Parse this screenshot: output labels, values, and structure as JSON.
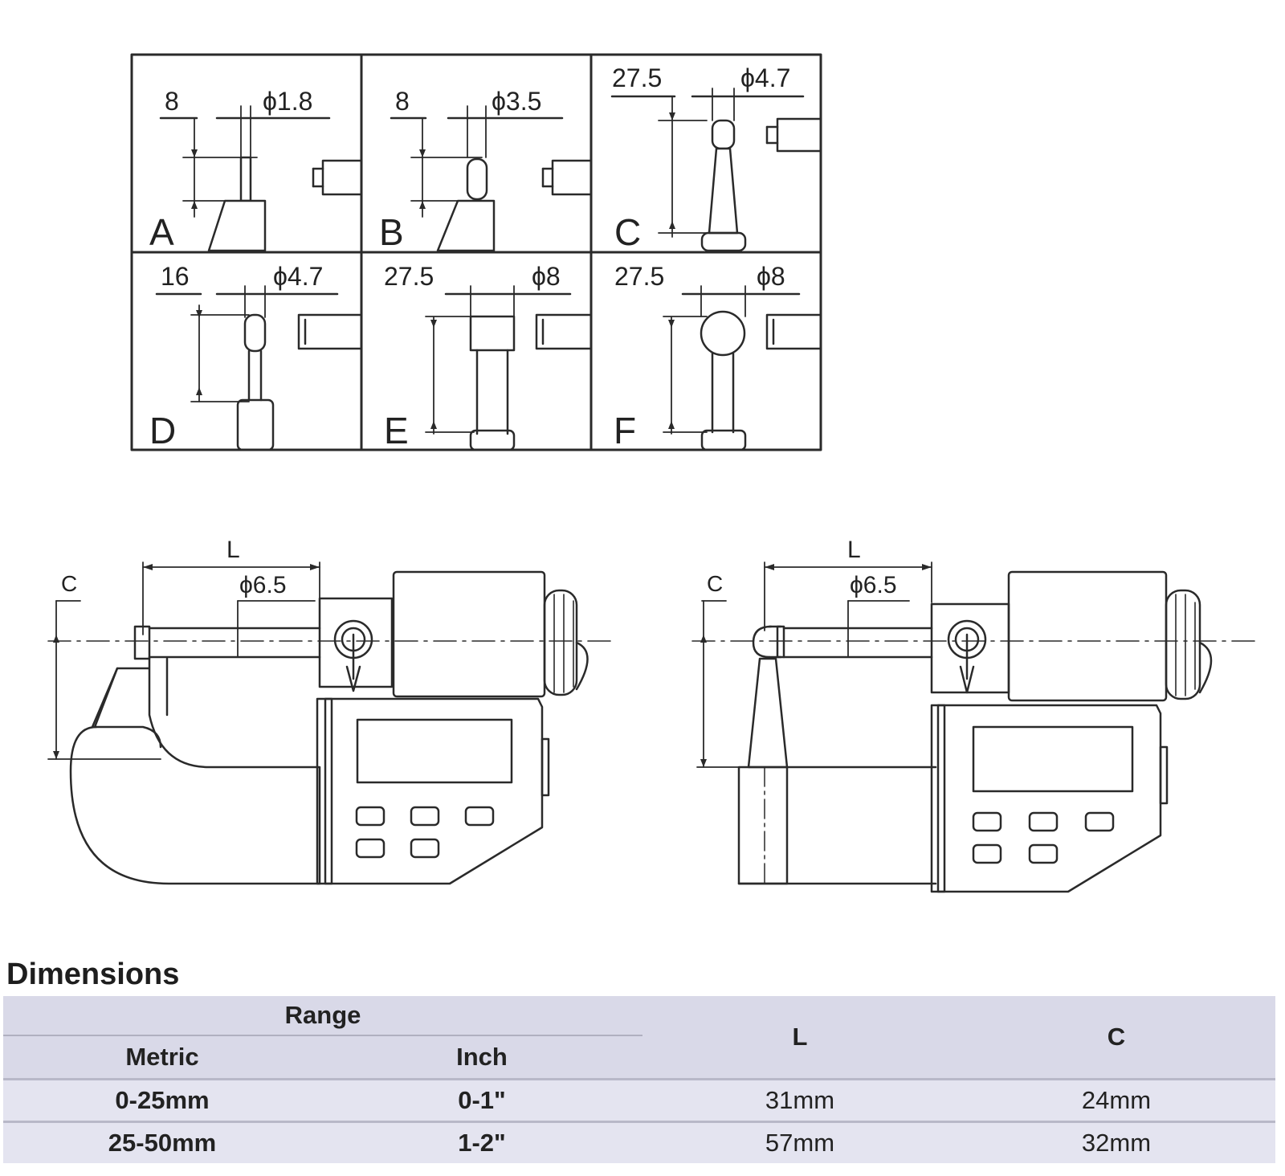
{
  "tips": [
    {
      "letter": "A",
      "height": "8",
      "dia": "ϕ1.8"
    },
    {
      "letter": "B",
      "height": "8",
      "dia": "ϕ3.5"
    },
    {
      "letter": "C",
      "height": "27.5",
      "dia": "ϕ4.7"
    },
    {
      "letter": "D",
      "height": "16",
      "dia": "ϕ4.7"
    },
    {
      "letter": "E",
      "height": "27.5",
      "dia": "ϕ8"
    },
    {
      "letter": "F",
      "height": "27.5",
      "dia": "ϕ8"
    }
  ],
  "micrometers": [
    {
      "l_label": "L",
      "c_label": "C",
      "dia_label": "ϕ6.5"
    },
    {
      "l_label": "L",
      "c_label": "C",
      "dia_label": "ϕ6.5"
    }
  ],
  "dimensions": {
    "title": "Dimensions",
    "headers": {
      "range": "Range",
      "metric": "Metric",
      "inch": "Inch",
      "l": "L",
      "c": "C"
    },
    "rows": [
      {
        "metric": "0-25mm",
        "inch": "0-1\"",
        "l": "31mm",
        "c": "24mm"
      },
      {
        "metric": "25-50mm",
        "inch": "1-2\"",
        "l": "57mm",
        "c": "32mm"
      }
    ]
  }
}
